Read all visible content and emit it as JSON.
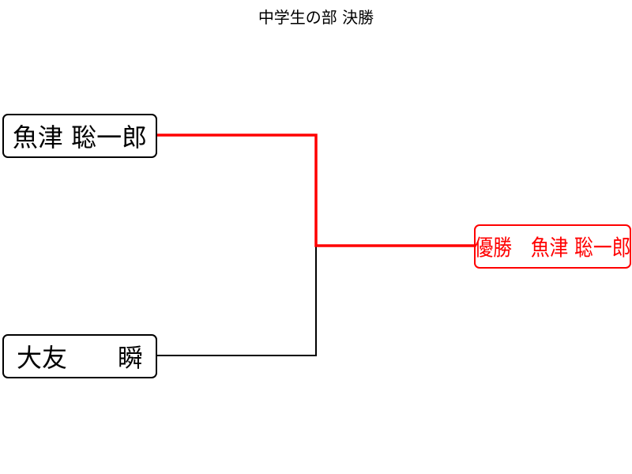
{
  "title": "中学生の部 決勝",
  "players": [
    {
      "name": "魚津 聡一郎",
      "winner": true
    },
    {
      "name": "大友　　瞬",
      "winner": false
    }
  ],
  "winner_label": "優勝　魚津 聡一郎",
  "colors": {
    "winner_line": "#ff0000",
    "loser_line": "#000000"
  }
}
